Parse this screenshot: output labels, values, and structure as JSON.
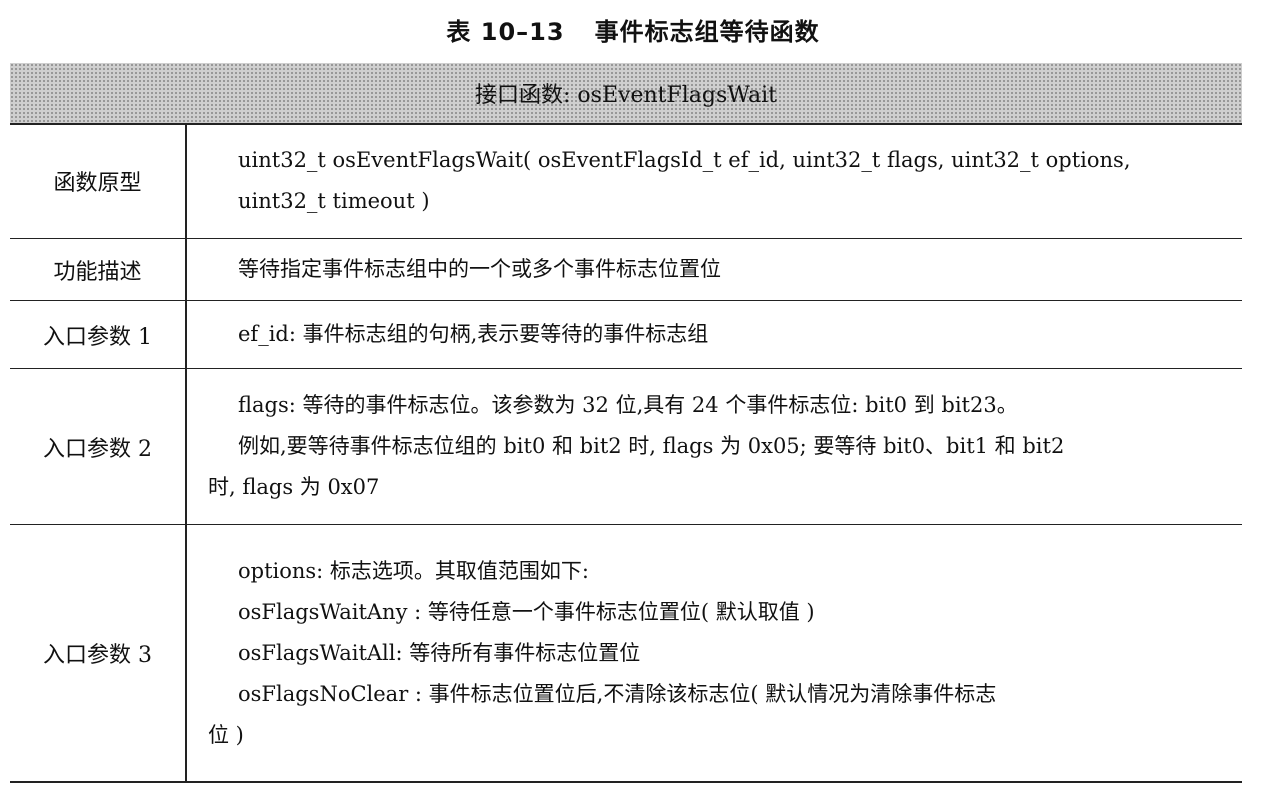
{
  "caption": {
    "number": "表 10–13",
    "title": "事件标志组等待函数"
  },
  "table": {
    "header": "接口函数: osEventFlagsWait",
    "rows": [
      {
        "label": "函数原型",
        "lines": [
          "uint32_t osEventFlagsWait( osEventFlagsId_t   ef_id, uint32_t flags, uint32_t options,",
          "uint32_t timeout )"
        ]
      },
      {
        "label": "功能描述",
        "lines": [
          "等待指定事件标志组中的一个或多个事件标志位置位"
        ]
      },
      {
        "label": "入口参数 1",
        "lines": [
          "ef_id: 事件标志组的句柄,表示要等待的事件标志组"
        ]
      },
      {
        "label": "入口参数 2",
        "lines": [
          "flags: 等待的事件标志位。该参数为 32 位,具有 24 个事件标志位: bit0 到 bit23。",
          "例如,要等待事件标志位组的 bit0 和 bit2 时, flags 为 0x05; 要等待 bit0、bit1 和 bit2",
          "时, flags 为 0x07"
        ]
      },
      {
        "label": "入口参数 3",
        "lines": [
          "options: 标志选项。其取值范围如下:",
          "osFlagsWaitAny : 等待任意一个事件标志位置位( 默认取值 )",
          "osFlagsWaitAll: 等待所有事件标志位置位",
          "osFlagsNoClear   : 事件标志位置位后,不清除该标志位( 默认情况为清除事件标志",
          "位 )"
        ]
      }
    ]
  }
}
